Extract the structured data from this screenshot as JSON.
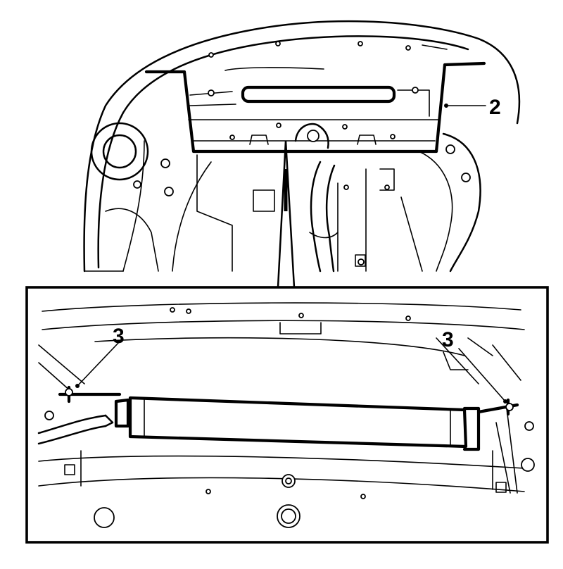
{
  "diagram": {
    "callouts": {
      "part_2": "2",
      "part_3_left": "3",
      "part_3_right": "3"
    },
    "colors": {
      "ink": "#000000",
      "paper": "#ffffff"
    }
  }
}
